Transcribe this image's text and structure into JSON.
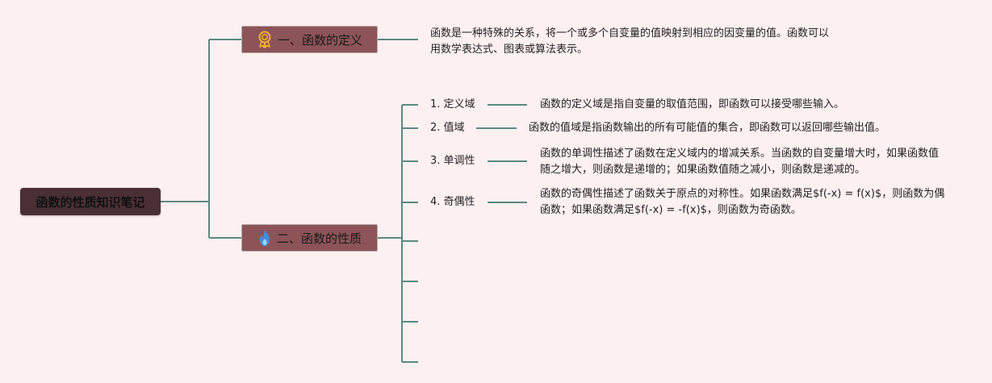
{
  "colors": {
    "background": "#fdf0f1",
    "connector": "#5a8a80",
    "root_fill": "#4a3034",
    "branch_fill": "#8c5458",
    "medal_icon": "#f2b22a",
    "flame_icon": "#3f8fe0"
  },
  "root": {
    "label": "函数的性质知识笔记"
  },
  "branches": [
    {
      "label": "一、函数的定义",
      "icon": "medal-icon",
      "note": "函数是一种特殊的关系，将一个或多个自变量的值映射到相应的因变量的值。函数可以用数学表达式、图表或算法表示。"
    },
    {
      "label": "二、函数的性质",
      "icon": "flame-icon",
      "children": [
        {
          "label": "1. 定义域",
          "note": "函数的定义域是指自变量的取值范围，即函数可以接受哪些输入。"
        },
        {
          "label": "2. 值域",
          "note": "函数的值域是指函数输出的所有可能值的集合，即函数可以返回哪些输出值。"
        },
        {
          "label": "3. 单调性",
          "note": "函数的单调性描述了函数在定义域内的增减关系。当函数的自变量增大时，如果函数值随之增大，则函数是递增的；如果函数值随之减小，则函数是递减的。"
        },
        {
          "label": "4. 奇偶性",
          "note": "函数的奇偶性描述了函数关于原点的对称性。如果函数满足$f(-x) = f(x)$，则函数为偶函数；如果函数满足$f(-x) = -f(x)$，则函数为奇函数。"
        }
      ]
    }
  ]
}
